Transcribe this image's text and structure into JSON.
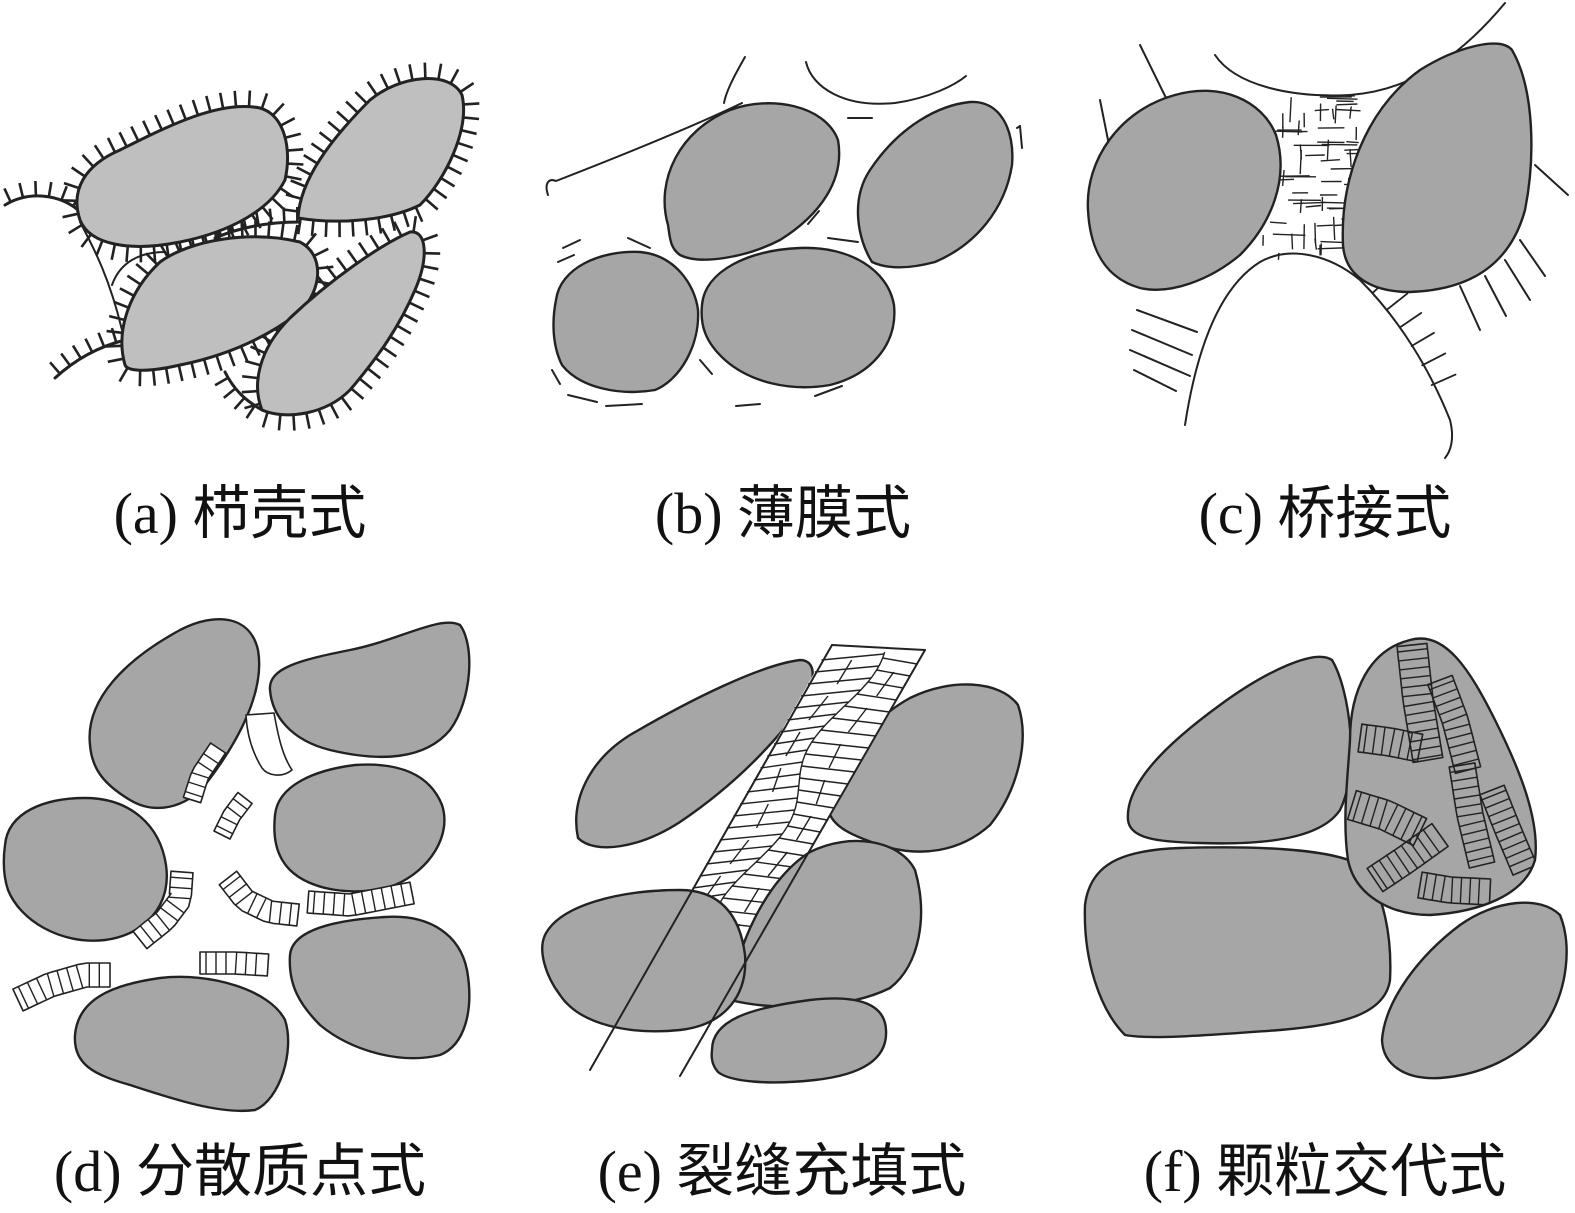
{
  "figure": {
    "panels": [
      {
        "caption": "(a) 栉壳式"
      },
      {
        "caption": "(b) 薄膜式"
      },
      {
        "caption": "(c) 桥接式"
      },
      {
        "caption": "(d) 分散质点式"
      },
      {
        "caption": "(e) 裂缝充填式"
      },
      {
        "caption": "(f) 颗粒交代式"
      }
    ]
  },
  "colors": {
    "grain": "#a6a6a6",
    "grain_light": "#bfbfbf",
    "outline": "#222222",
    "pore": "#ffffff"
  }
}
